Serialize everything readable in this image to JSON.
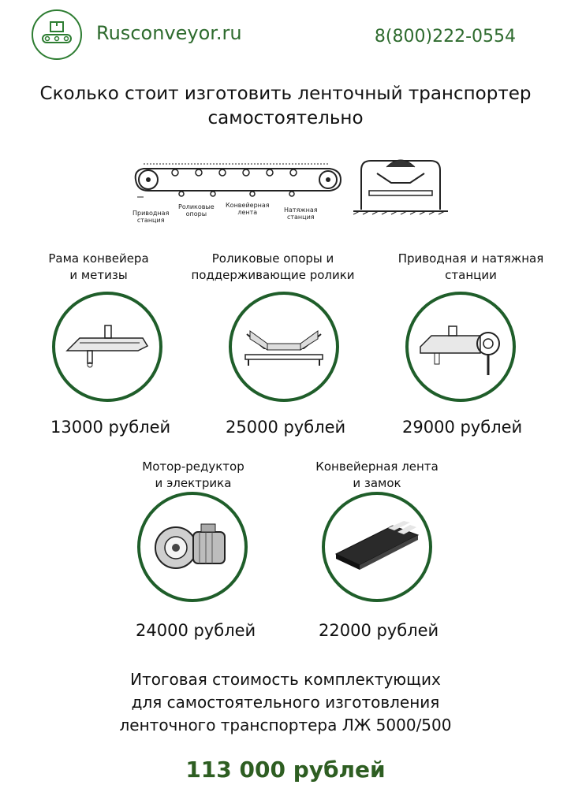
{
  "header": {
    "site": "Rusconveyor.ru",
    "phone": "8(800)222-0554"
  },
  "title": {
    "line1": "Сколько стоит изготовить ленточный транспортер",
    "line2": "самостоятельно"
  },
  "diagram": {
    "labels": {
      "drive": [
        "Приводная",
        "станция"
      ],
      "rollers": [
        "Роликовые",
        "опоры"
      ],
      "belt": [
        "Конвейерная",
        "лента"
      ],
      "tension": [
        "Натяжная",
        "станция"
      ]
    }
  },
  "items": [
    {
      "caption1": "Рама конвейера",
      "caption2": "и метизы",
      "price": "13000 рублей",
      "icon": "frame-icon"
    },
    {
      "caption1": "Роликовые опоры и",
      "caption2": "поддерживающие ролики",
      "price": "25000 рублей",
      "icon": "roller-support-icon"
    },
    {
      "caption1": "Приводная и натяжная",
      "caption2": "станции",
      "price": "29000 рублей",
      "icon": "drive-station-icon"
    },
    {
      "caption1": "Мотор-редуктор",
      "caption2": "и  электрика",
      "price": "24000 рублей",
      "icon": "motor-gearbox-icon"
    },
    {
      "caption1": "Конвейерная лента",
      "caption2": "и замок",
      "price": "22000 рублей",
      "icon": "conveyor-belt-icon"
    }
  ],
  "total": {
    "line1": "Итоговая стоимость комплектующих",
    "line2": "для самостоятельного изготовления",
    "line3": "ленточного транспортера ЛЖ 5000/500",
    "price": "113 000 рублей"
  },
  "colors": {
    "brand": "#2e6b2e",
    "circle": "#1f5e2a"
  }
}
